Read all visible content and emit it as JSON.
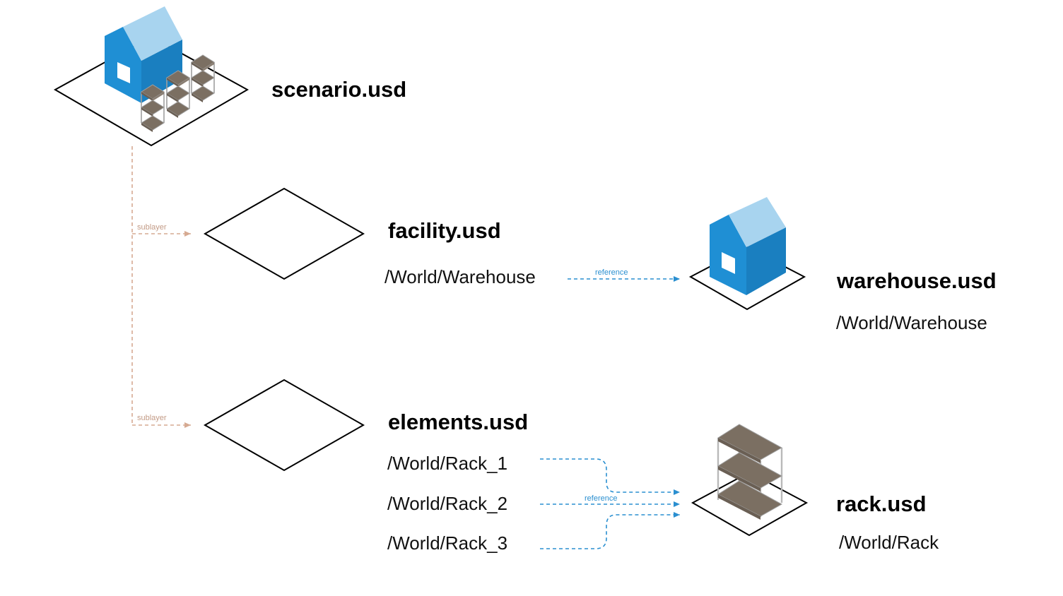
{
  "colors": {
    "house_front": "#1f8fd4",
    "house_roof": "#a8d4ef",
    "shelf": "#7b6f62",
    "rack_frame": "#b9b9b9",
    "sublayer_line": "#d6aa92",
    "sublayer_text": "#c39b86",
    "reference_line": "#2a8fd0",
    "reference_text": "#2a8fd0",
    "outline": "#000000"
  },
  "scenario": {
    "title": "scenario.usd"
  },
  "sublayer_labels": [
    "sublayer",
    "sublayer"
  ],
  "facility": {
    "title": "facility.usd",
    "prims": [
      "/World/Warehouse"
    ]
  },
  "warehouse": {
    "title": "warehouse.usd",
    "prims": [
      "/World/Warehouse"
    ]
  },
  "elements": {
    "title": "elements.usd",
    "prims": [
      "/World/Rack_1",
      "/World/Rack_2",
      "/World/Rack_3"
    ]
  },
  "rack": {
    "title": "rack.usd",
    "prims": [
      "/World/Rack"
    ]
  },
  "reference_labels": [
    "reference",
    "reference"
  ],
  "icons": [
    "warehouse-scene-icon",
    "empty-layer-icon",
    "house-icon",
    "rack-icon"
  ]
}
